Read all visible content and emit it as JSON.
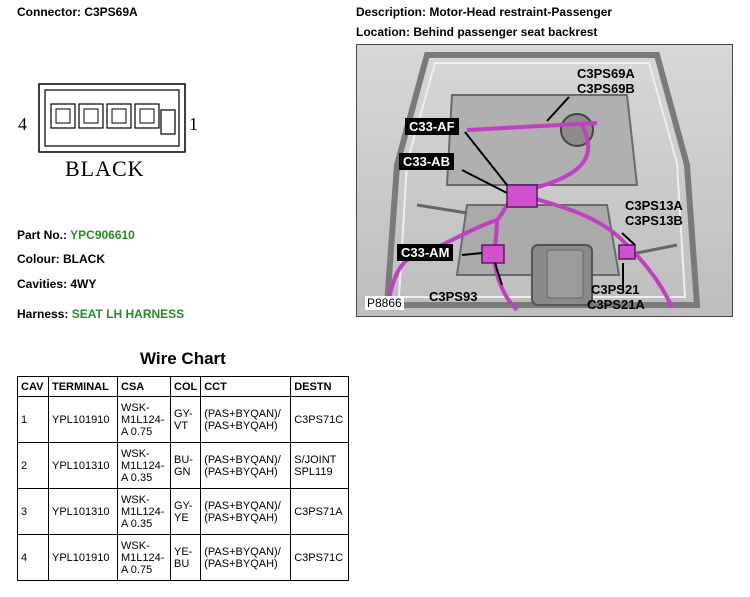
{
  "header": {
    "connector": "Connector: C3PS69A",
    "description": "Description: Motor-Head restraint-Passenger",
    "location": "Location: Behind passenger seat backrest"
  },
  "connector_diagram": {
    "pin_left": "4",
    "pin_right": "1",
    "color_label": "BLACK"
  },
  "info": {
    "part_no_label": "Part No.:",
    "part_no_value": "YPC906610",
    "colour": "Colour: BLACK",
    "cavities": "Cavities: 4WY",
    "harness_label": "Harness:",
    "harness_value": "SEAT LH HARNESS"
  },
  "wire_chart": {
    "title": "Wire Chart",
    "columns": [
      "CAV",
      "TERMINAL",
      "CSA",
      "COL",
      "CCT",
      "DESTN"
    ],
    "rows": [
      {
        "cav": "1",
        "terminal": "YPL101910",
        "csa": [
          "WSK-",
          "M1L124-",
          "A 0.75"
        ],
        "col": [
          "GY-",
          "VT"
        ],
        "cct": [
          "(PAS+BYQAN)/",
          "(PAS+BYQAH)"
        ],
        "destn": [
          "C3PS71C"
        ]
      },
      {
        "cav": "2",
        "terminal": "YPL101310",
        "csa": [
          "WSK-",
          "M1L124-",
          "A 0.35"
        ],
        "col": [
          "BU-",
          "GN"
        ],
        "cct": [
          "(PAS+BYQAN)/",
          "(PAS+BYQAH)"
        ],
        "destn": [
          "S/JOINT",
          "SPL119"
        ]
      },
      {
        "cav": "3",
        "terminal": "YPL101310",
        "csa": [
          "WSK-",
          "M1L124-",
          "A 0.35"
        ],
        "col": [
          "GY-",
          "YE"
        ],
        "cct": [
          "(PAS+BYQAN)/",
          "(PAS+BYQAH)"
        ],
        "destn": [
          "C3PS71A"
        ]
      },
      {
        "cav": "4",
        "terminal": "YPL101910",
        "csa": [
          "WSK-",
          "M1L124-",
          "A 0.75"
        ],
        "col": [
          "YE-",
          "BU"
        ],
        "cct": [
          "(PAS+BYQAN)/",
          "(PAS+BYQAH)"
        ],
        "destn": [
          "C3PS71C"
        ]
      }
    ]
  },
  "photo": {
    "labels": {
      "c3ps69a": "C3PS69A",
      "c3ps69b": "C3PS69B",
      "c33af": "C33-AF",
      "c33ab": "C33-AB",
      "c3ps13a": "C3PS13A",
      "c3ps13b": "C3PS13B",
      "c33am": "C33-AM",
      "c3ps93": "C3PS93",
      "c3ps21": "C3PS21",
      "c3ps21a": "C3PS21A",
      "ref": "P8866"
    },
    "harness_color": "#c040c0"
  }
}
